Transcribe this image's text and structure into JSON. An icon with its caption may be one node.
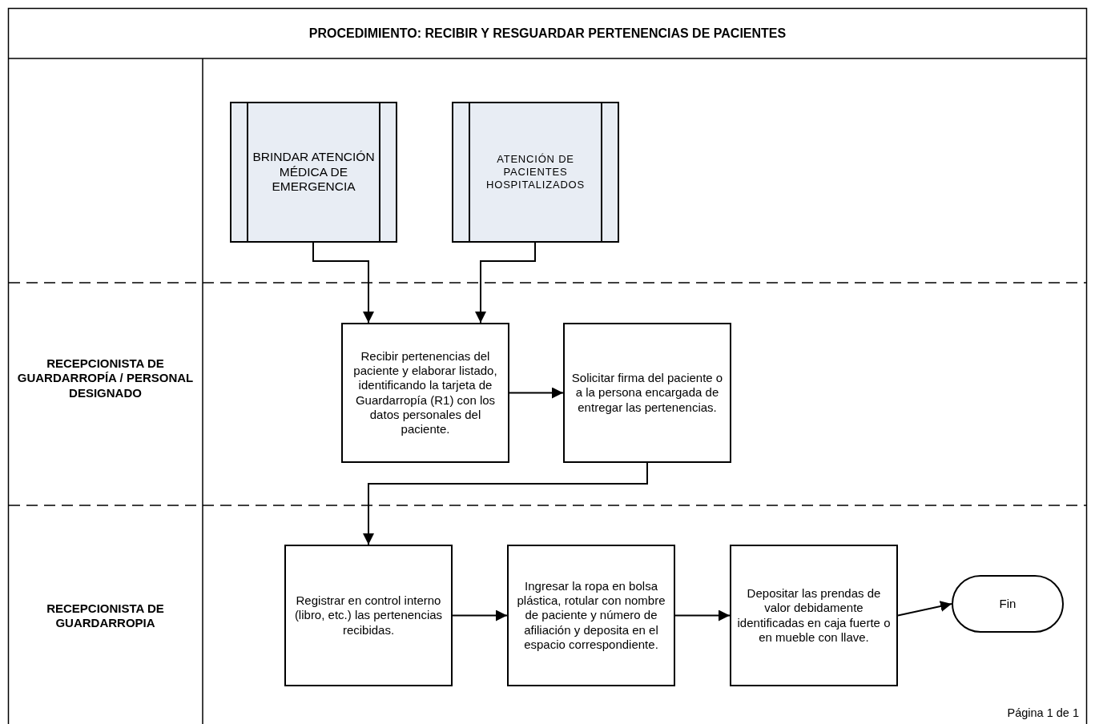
{
  "diagram": {
    "title": "PROCEDIMIENTO: RECIBIR Y RESGUARDAR PERTENENCIAS DE PACIENTES",
    "nodes": [
      {
        "text": [
          "BRINDAR ATENCIÓN MÉDICA DE EMERGENCIA"
        ]
      },
      {
        "text": [
          "ATENCIÓN DE PACIENTES HOSPITALIZADOS"
        ]
      },
      {
        "text": [
          "Recibir pertenencias del paciente y elaborar listado, identificando la tarjeta de Guardarropía (R1) con los datos personales del paciente."
        ]
      },
      {
        "text": [
          "Solicitar firma del paciente o a la persona encargada de entregar las pertenencias."
        ]
      },
      {
        "text": [
          "Registrar en control interno (libro, etc.) las pertenencias recibidas."
        ]
      },
      {
        "text": [
          "Ingresar la ropa en bolsa plástica, rotular con nombre de paciente y número de afiliación y deposita en el espacio correspondiente."
        ]
      },
      {
        "text": [
          "Depositar las prendas de valor debidamente identificadas en caja fuerte o en mueble con llave."
        ]
      },
      {
        "text": [
          "Fin"
        ]
      }
    ],
    "edges": [
      {
        "from": 0,
        "to": 2,
        "arrow": "to"
      },
      {
        "from": 1,
        "to": 2,
        "arrow": "to"
      },
      {
        "from": 2,
        "to": 3,
        "arrow": "to"
      },
      {
        "from": 3,
        "to": 4,
        "arrow": "to"
      },
      {
        "from": 4,
        "to": 5,
        "arrow": "to"
      },
      {
        "from": 5,
        "to": 6,
        "arrow": "to"
      },
      {
        "from": 6,
        "to": 7,
        "arrow": "to"
      }
    ],
    "labels": [
      "RECEPCIONISTA DE GUARDARROPÍA / PERSONAL DESIGNADO",
      "RECEPCIONISTA DE GUARDARROPIA",
      "Página 1 de 1"
    ]
  }
}
